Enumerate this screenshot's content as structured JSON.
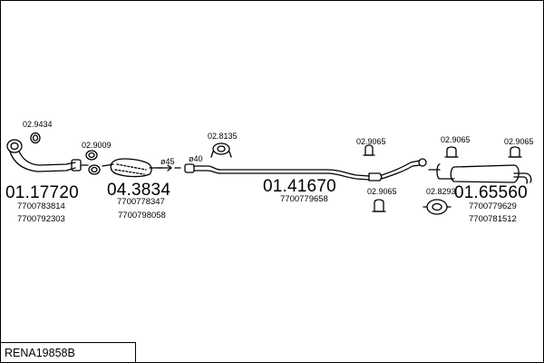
{
  "parts": [
    {
      "id": "front-pipe",
      "code": "01.17720",
      "refs": [
        "7700783814",
        "7700792303"
      ]
    },
    {
      "id": "catalytic-converter",
      "code": "04.3834",
      "refs": [
        "7700778347",
        "7700798058"
      ]
    },
    {
      "id": "middle-pipe",
      "code": "01.41670",
      "refs": [
        "7700779658"
      ]
    },
    {
      "id": "rear-silencer",
      "code": "01.65560",
      "refs": [
        "7700779629",
        "7700781512"
      ]
    }
  ],
  "fittings": {
    "gasket": "02.9434",
    "clamp_front": "02.9009",
    "mount_cat": "02.8135",
    "mount_mid_top": "02.9065",
    "mount_mid_bottom": "02.9065",
    "mount_rear_top": "02.9065",
    "mount_tail_top": "02.9065",
    "mount_ring": "02.8293"
  },
  "diameters": {
    "d1": "ø45",
    "d2": "ø40"
  },
  "reference": "RENA19858B"
}
